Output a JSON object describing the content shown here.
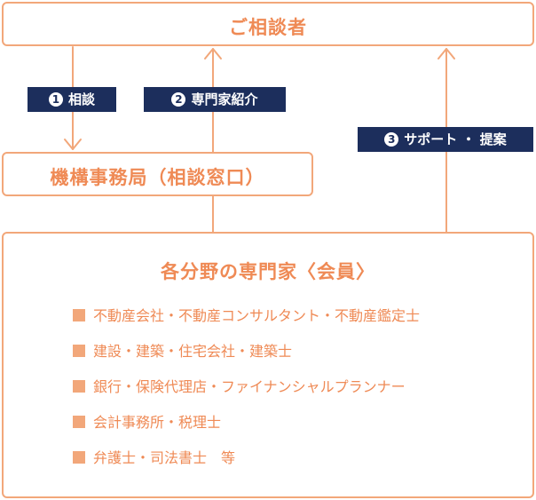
{
  "colors": {
    "accent": "#ef8a55",
    "border": "#f2a77a",
    "label_bg": "#1c2e5c",
    "label_text": "#ffffff"
  },
  "client": {
    "title": "ご相談者"
  },
  "office": {
    "title": "機構事務局（相談窓口）"
  },
  "experts": {
    "title": "各分野の専門家〈会員〉",
    "items": [
      "不動産会社・不動産コンサルタント・不動産鑑定士",
      "建設・建築・住宅会社・建築士",
      "銀行・保険代理店・ファイナンシャルプランナー",
      "会計事務所・税理士",
      "弁護士・司法書士　等"
    ]
  },
  "labels": {
    "consult": {
      "num": "1",
      "text": "相談"
    },
    "referral": {
      "num": "2",
      "text": "専門家紹介"
    },
    "support": {
      "num": "3",
      "text": "サポート ・ 提案"
    }
  }
}
